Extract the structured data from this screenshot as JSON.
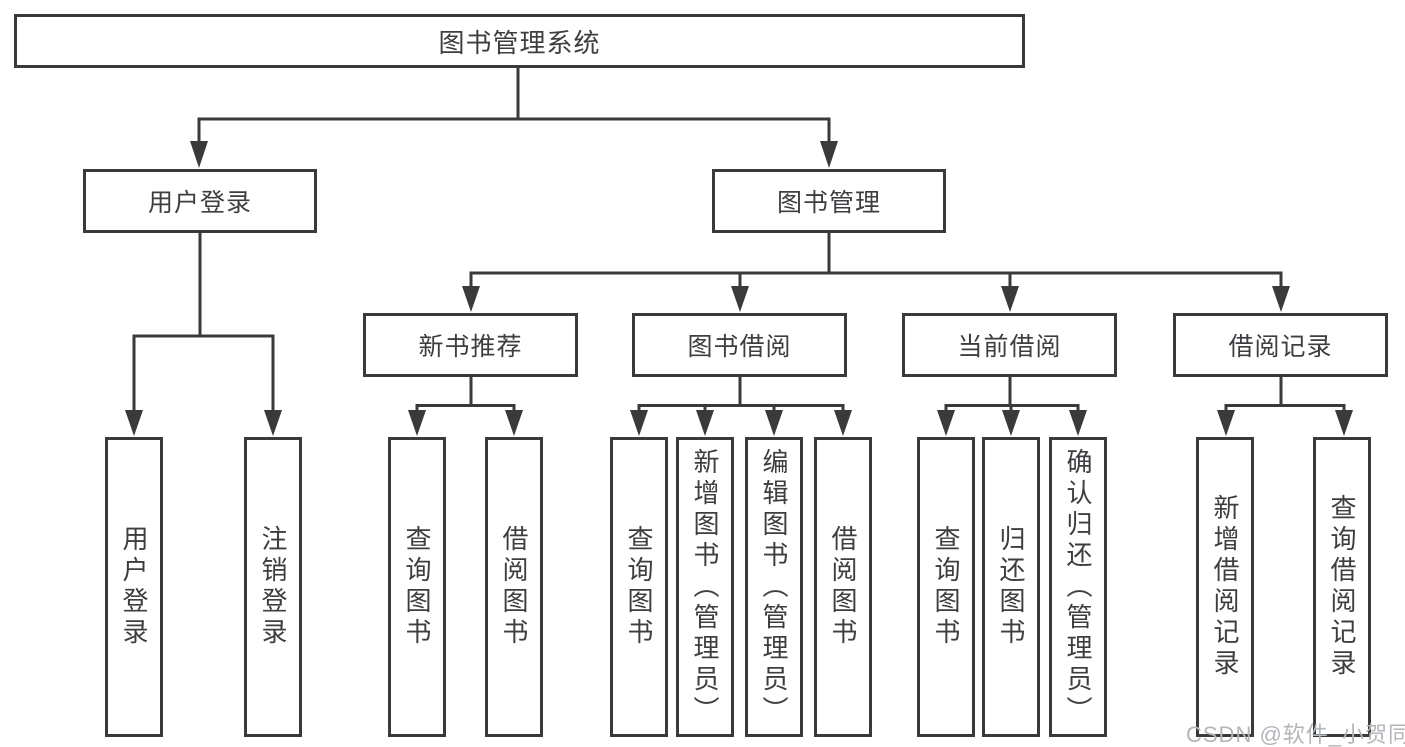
{
  "diagram": {
    "type": "hierarchy-diagram",
    "colors": {
      "line": "#3a3a3a",
      "text": "#3e3e42",
      "background": "#ffffff",
      "watermark_text": "#b2b6ba"
    },
    "tree": {
      "root": "图书管理系统",
      "level2": [
        "用户登录",
        "图书管理"
      ],
      "level3": [
        "新书推荐",
        "图书借阅",
        "当前借阅",
        "借阅记录"
      ],
      "leaves": {
        "user_login": [
          "用户登录",
          "注销登录"
        ],
        "new_book_recommend": [
          "查询图书",
          "借阅图书"
        ],
        "book_borrow": [
          "查询图书",
          "新增图书（管理员）",
          "编辑图书（管理员）",
          "借阅图书"
        ],
        "current_borrow": [
          "查询图书",
          "归还图书",
          "确认归还（管理员）"
        ],
        "borrow_records": [
          "新增借阅记录",
          "查询借阅记录"
        ]
      }
    },
    "watermark": {
      "text": "CSDN @软件_小贺同学"
    }
  }
}
